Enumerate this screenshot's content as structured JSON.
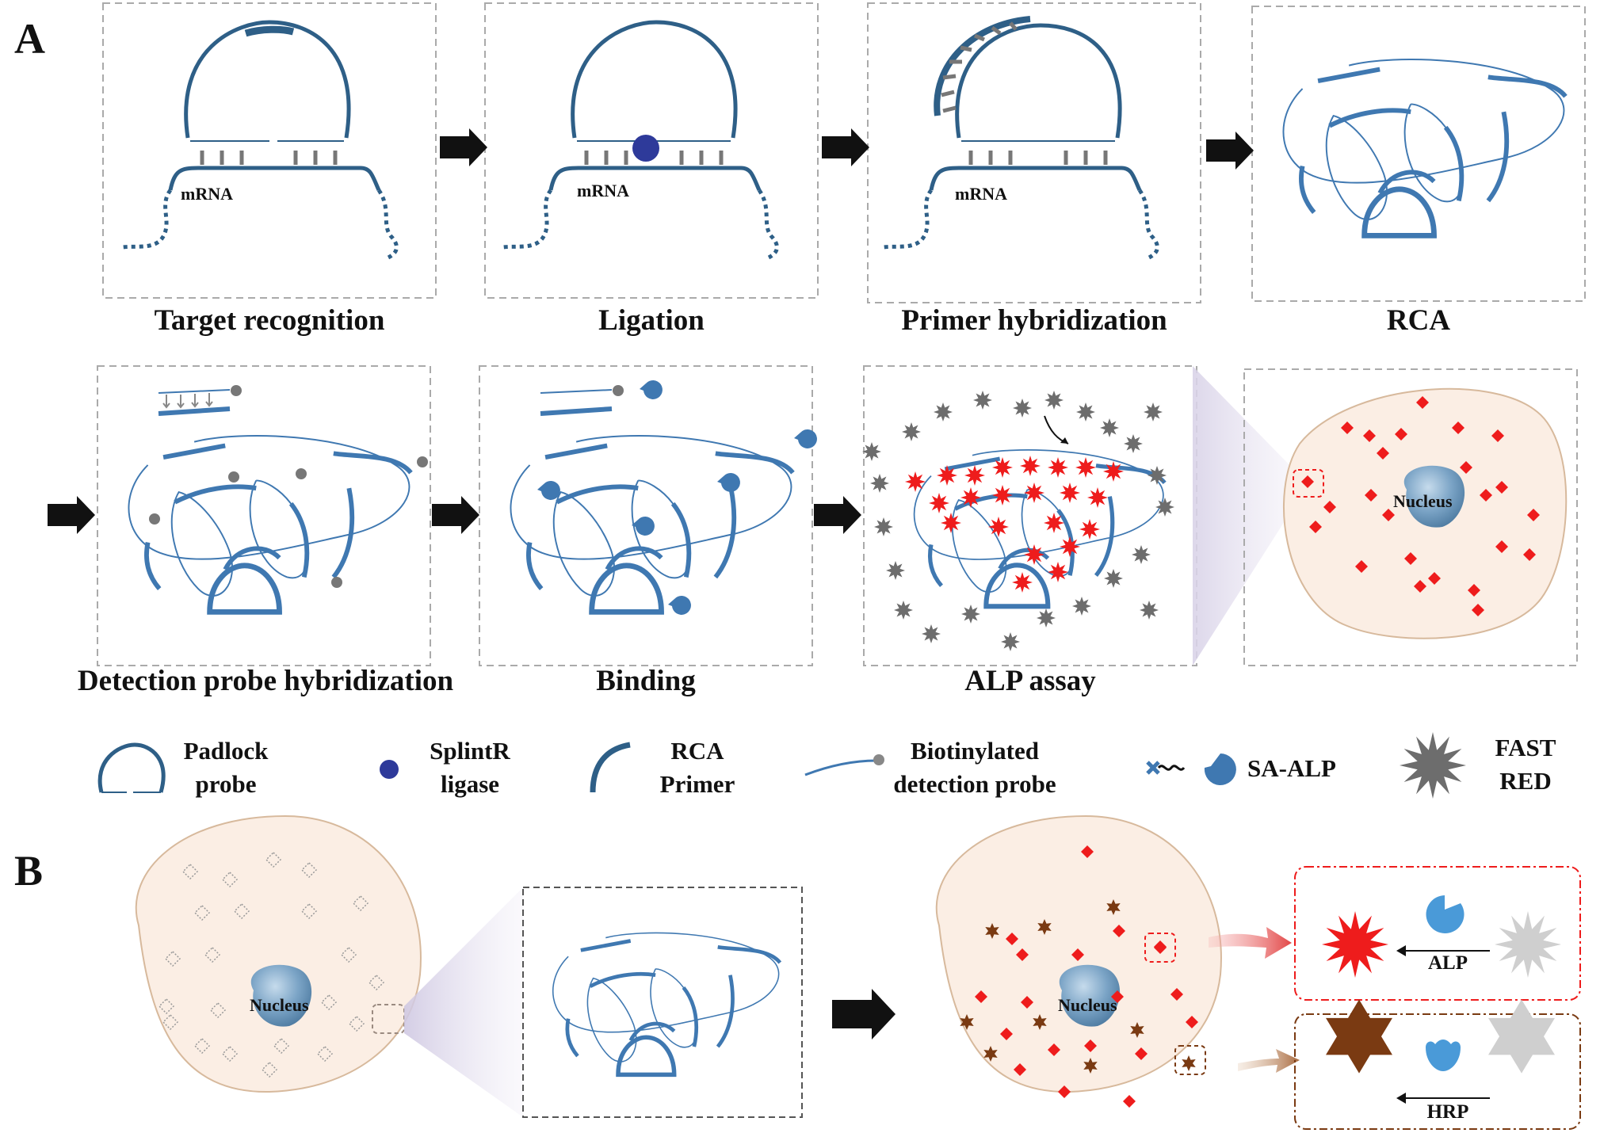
{
  "panel_a": {
    "letter": "A",
    "steps": [
      {
        "caption": "Target recognition",
        "mrna_label": "mRNA"
      },
      {
        "caption": "Ligation",
        "mrna_label": "mRNA"
      },
      {
        "caption": "Primer hybridization",
        "mrna_label": "mRNA"
      },
      {
        "caption": "RCA"
      },
      {
        "caption": "Detection probe hybridization"
      },
      {
        "caption": "Binding"
      },
      {
        "caption": "ALP assay"
      }
    ],
    "cell": {
      "nucleus_label": "Nucleus"
    }
  },
  "legend": [
    {
      "icon": "padlock-probe-icon",
      "line1": "Padlock",
      "line2": "probe"
    },
    {
      "icon": "splintr-ligase-icon",
      "line1": "SplintR",
      "line2": "ligase"
    },
    {
      "icon": "rca-primer-icon",
      "line1": "RCA",
      "line2": "Primer"
    },
    {
      "icon": "biotinylated-probe-icon",
      "line1": "Biotinylated",
      "line2": "detection probe"
    },
    {
      "icon": "sa-alp-icon",
      "line1": "SA-ALP",
      "line2": ""
    },
    {
      "icon": "fast-red-icon",
      "line1": "FAST",
      "line2": "RED"
    }
  ],
  "panel_b": {
    "letter": "B",
    "cell_left": {
      "nucleus_label": "Nucleus"
    },
    "cell_right": {
      "nucleus_label": "Nucleus"
    },
    "reaction_alp": {
      "enzyme": "ALP"
    },
    "reaction_hrp": {
      "enzyme": "HRP"
    }
  },
  "colors": {
    "blue_dark": "#2e5f87",
    "blue": "#3f78b1",
    "ligase": "#2e3a9a",
    "fast_red": "#ee1c1c",
    "brown": "#7a3a12",
    "cell_fill": "#fbeee4",
    "cell_border": "#d7b99c",
    "nucleus": "#6a93b5",
    "gray_star": "#6d6d6d",
    "light_gray": "#cfcfcf",
    "enzyme_light": "#4a9ad8"
  }
}
